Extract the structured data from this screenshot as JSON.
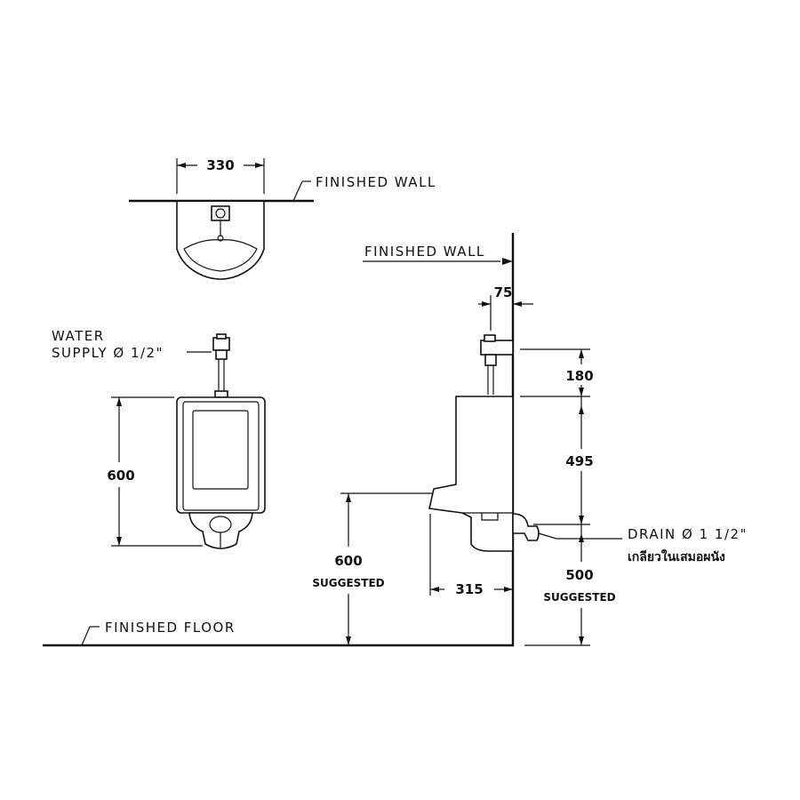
{
  "labels": {
    "finished_wall_top": "FINISHED WALL",
    "finished_wall_side": "FINISHED WALL",
    "water_supply_line1": "WATER",
    "water_supply_line2": "SUPPLY Ø 1/2\"",
    "drain": "DRAIN Ø 1 1/2\"",
    "drain_thai": "เกลียวในเสมอผนัง",
    "finished_floor": "FINISHED FLOOR"
  },
  "dimensions": {
    "top_width": "330",
    "wall_offset": "75",
    "supply_height": "180",
    "body_height": "495",
    "front_height": "600",
    "rim_height": "600",
    "rim_height_note": "SUGGESTED",
    "projection": "315",
    "drain_height": "500",
    "drain_height_note": "SUGGESTED"
  }
}
